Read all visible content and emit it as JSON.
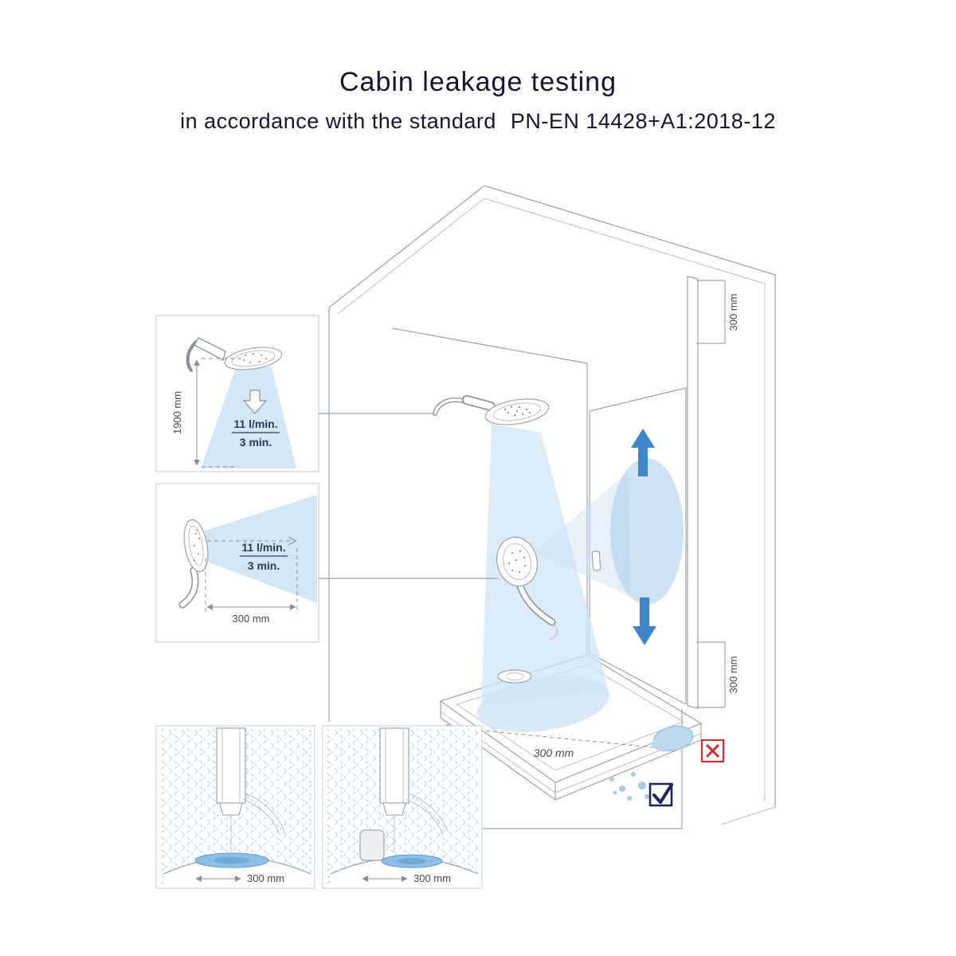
{
  "header": {
    "title": "Cabin leakage testing",
    "subtitle": "in accordance with the standard",
    "standard": "PN-EN 14428+A1:2018-12"
  },
  "vertical_spray_inset": {
    "flow_rate": "11 l/min.",
    "duration": "3 min.",
    "height_dim": "1900 mm"
  },
  "horizontal_spray_inset": {
    "flow_rate": "11 l/min.",
    "duration": "3 min.",
    "distance_dim": "300 mm"
  },
  "cabin_view": {
    "door_top_zone_dim": "300 mm",
    "door_bottom_zone_dim": "300 mm",
    "tray_span_dim": "300 mm"
  },
  "seal_detail_left": {
    "distance_dim": "300 mm"
  },
  "seal_detail_right": {
    "distance_dim": "300 mm"
  },
  "colors": {
    "spray_fill": "#cfe4f5",
    "spray_deep": "#aecfec",
    "arrow_blue": "#3f86c9",
    "line_gray": "#9aa3ab",
    "text_dark": "#15152e",
    "dim_text": "#4a4a4a",
    "fail_red": "#d23030",
    "pass_navy": "#1e2660",
    "puddle_blue": "#8fbfe6"
  }
}
